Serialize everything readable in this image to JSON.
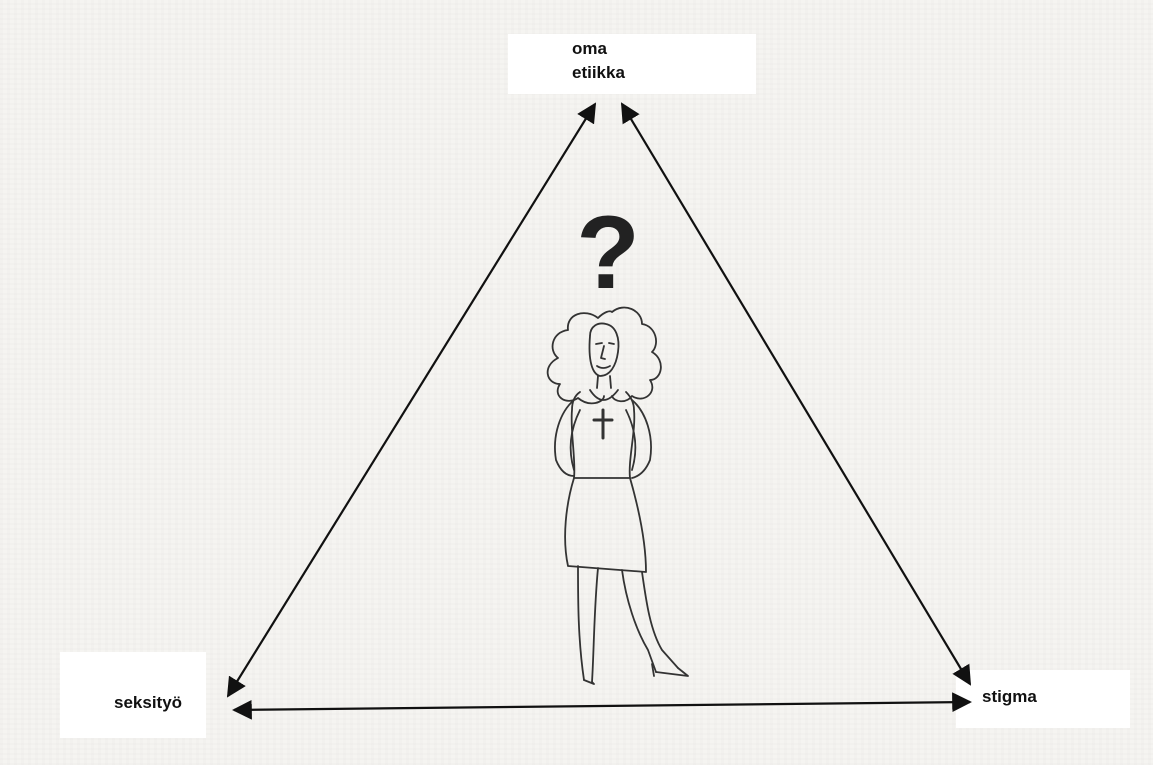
{
  "diagram": {
    "nodes": {
      "top": {
        "line1": "oma",
        "line2": "etiikka"
      },
      "left": {
        "label": "seksityö"
      },
      "right": {
        "label": "stigma"
      }
    },
    "center_symbol": "?",
    "figure_icon": "woman-figure-icon",
    "edges": [
      {
        "from": "seksityö",
        "to": "oma etiikka",
        "type": "double-arrow"
      },
      {
        "from": "oma etiikka",
        "to": "stigma",
        "type": "double-arrow"
      },
      {
        "from": "seksityö",
        "to": "stigma",
        "type": "double-arrow"
      }
    ],
    "colors": {
      "ink": "#111111",
      "paper": "#f5f4f1",
      "label_bg": "#ffffff"
    }
  }
}
